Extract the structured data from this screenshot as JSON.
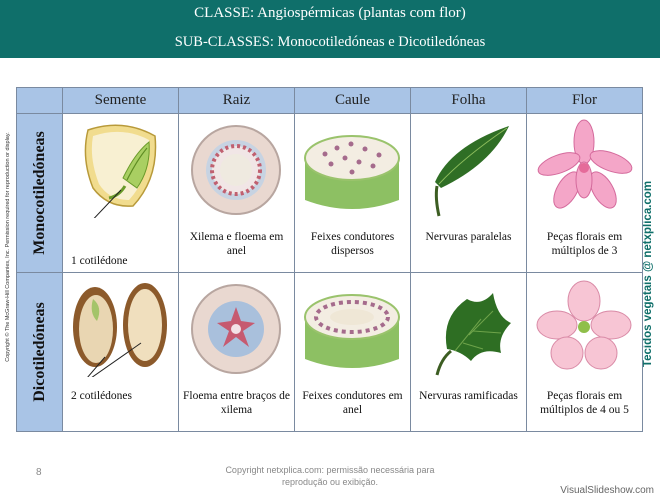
{
  "header": {
    "line1": "CLASSE: Angiospérmicas (plantas com flor)",
    "line2": "SUB-CLASSES: Monocotiledóneas e Dicotiledóneas"
  },
  "side_copyright": "Copyright © The McGraw-Hill Companies, Inc. Permission required for reproduction or display.",
  "side_brand": "Tecidos vegetais @ netxplica.com",
  "table": {
    "columns": [
      "Semente",
      "Raiz",
      "Caule",
      "Folha",
      "Flor"
    ],
    "rows": [
      {
        "label": "Monocotiledóneas",
        "captions": [
          "1 cotilédone",
          "Xilema e floema em anel",
          "Feixes condutores dispersos",
          "Nervuras paralelas",
          "Peças florais em múltiplos de 3"
        ]
      },
      {
        "label": "Dicotiledóneas",
        "captions": [
          "2 cotilédones",
          "Floema entre braços de xilema",
          "Feixes condutores em anel",
          "Nervuras ramificadas",
          "Peças florais em múltiplos de 4 ou 5"
        ]
      }
    ]
  },
  "page_number": "8",
  "footer_copyright": "Copyright netxplica.com: permissão necessária para reprodução ou exibição.",
  "watermark": "VisualSlideshow.com",
  "colors": {
    "header_bg": "#0f6f6a",
    "table_header_bg": "#a9c4e6",
    "brand": "#0f6f6a"
  }
}
